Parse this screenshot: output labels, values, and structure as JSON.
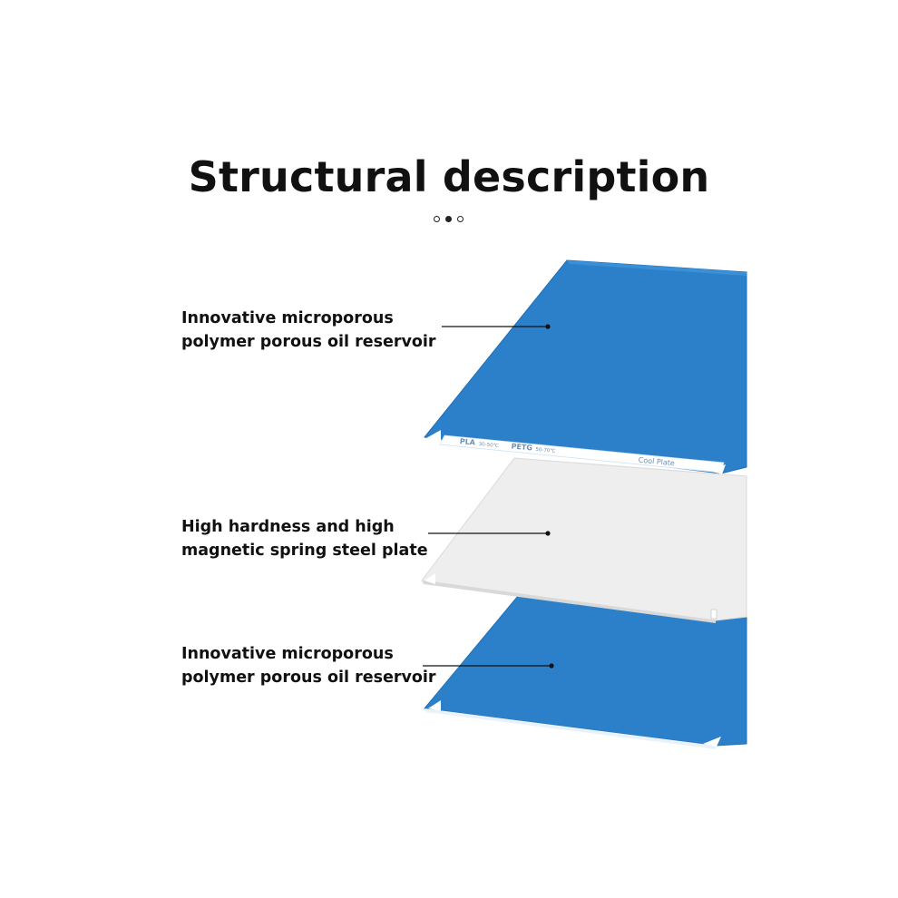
{
  "title": "Structural description",
  "pagination": {
    "dots": [
      {
        "state": "inactive"
      },
      {
        "state": "active"
      },
      {
        "state": "inactive"
      }
    ]
  },
  "layers": [
    {
      "label_lines": [
        "Innovative microporous",
        "polymer porous oil reservoir"
      ],
      "color": "#2b80c9"
    },
    {
      "label_lines": [
        "High hardness and high",
        "magnetic spring steel plate"
      ],
      "color": "#eeeeee"
    },
    {
      "label_lines": [
        "Innovative microporous",
        "polymer porous oil reservoir"
      ],
      "color": "#2b80c9"
    }
  ],
  "plate_print": {
    "pla": "PLA",
    "pla_temp": "30-50℃",
    "petg": "PETG",
    "petg_temp": "50-70℃",
    "name": "Cool Plate"
  },
  "colors": {
    "blue_plate": "#2b80c9",
    "blue_plate_edge": "#1f6fb6",
    "steel_plate": "#eeeeee",
    "steel_plate_edge": "#d8d8d8",
    "text": "#111111",
    "leader_line": "#111111"
  }
}
